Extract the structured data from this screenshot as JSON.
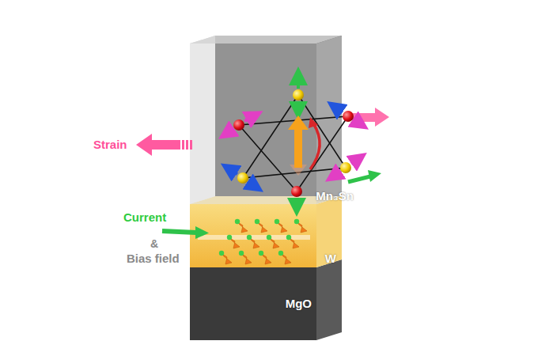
{
  "diagram": {
    "nodes": [
      {
        "text": [
          "Mn₃Sn"
        ]
      },
      {
        "text": [
          "W"
        ]
      },
      {
        "text": [
          "MgO"
        ]
      }
    ],
    "labels": [
      "Strain",
      "Current",
      "&",
      "Bias field"
    ]
  }
}
